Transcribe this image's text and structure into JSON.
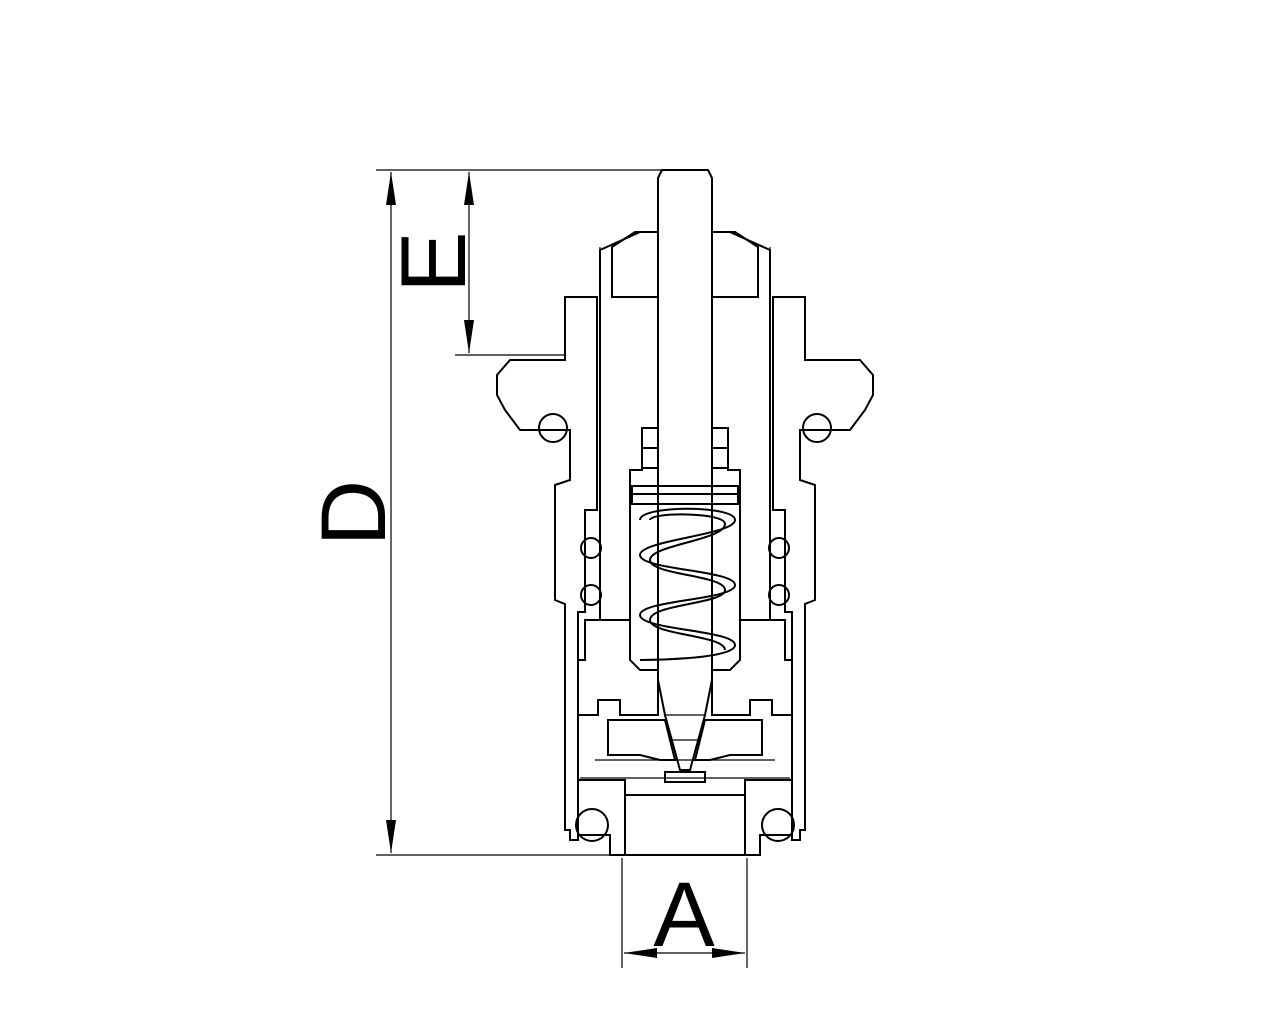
{
  "dimensions": {
    "overall_height": "D",
    "stem_protrusion": "E",
    "bore_width": "A"
  },
  "colors": {
    "line": "#000000",
    "background": "#ffffff"
  }
}
